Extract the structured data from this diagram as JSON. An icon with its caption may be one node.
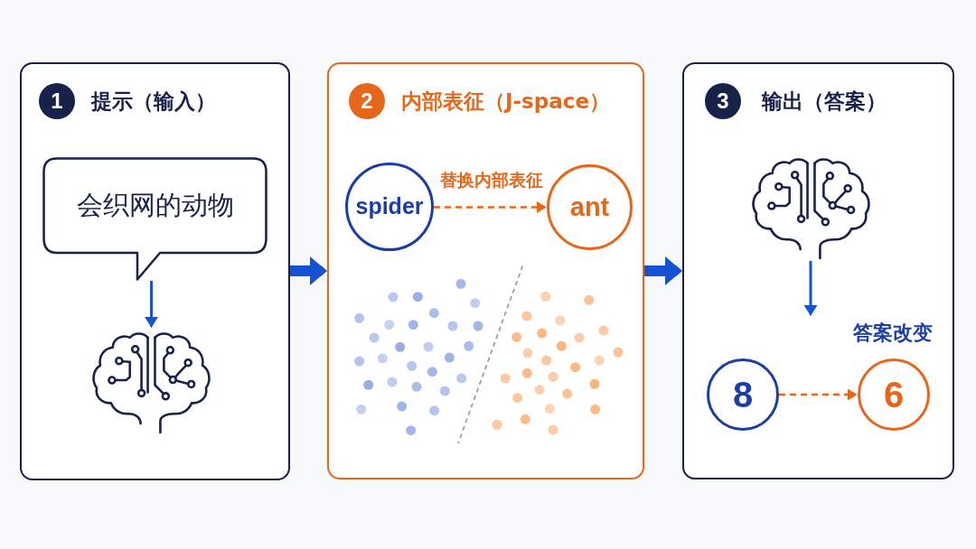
{
  "diagram": {
    "nodes": [
      {
        "text": [
          "提示（输入）"
        ]
      },
      {
        "text": [
          "1"
        ],
        "in": 0
      },
      {
        "text": [
          "会织网的动物"
        ],
        "in": 0
      },
      {
        "text": [],
        "shape": "picture",
        "in": 0
      },
      {
        "text": [
          "内部表征（J-space）"
        ]
      },
      {
        "text": [
          "2"
        ],
        "in": 4
      },
      {
        "text": [
          "spider"
        ],
        "in": 4
      },
      {
        "text": [
          "ant"
        ],
        "in": 4
      },
      {
        "text": [
          "输出（答案）"
        ]
      },
      {
        "text": [
          "3"
        ],
        "in": 8
      },
      {
        "text": [],
        "shape": "picture",
        "in": 8
      },
      {
        "text": [
          "8"
        ],
        "in": 8
      },
      {
        "text": [
          "6"
        ],
        "in": 8,
        "beside": [
          "答案改变"
        ]
      }
    ],
    "edges": [
      {
        "from": 2,
        "to": 3,
        "arrow": "to"
      },
      {
        "from": 0,
        "to": 4,
        "arrow": "to",
        "style": "thick"
      },
      {
        "from": 6,
        "to": 7,
        "arrow": "to",
        "label": "替换内部表征",
        "style": "dashed",
        "color": "#e8661a"
      },
      {
        "from": 4,
        "to": 8,
        "arrow": "to",
        "style": "thick"
      },
      {
        "from": 10,
        "to": null,
        "arrow": "to"
      },
      {
        "from": 11,
        "to": 12,
        "arrow": "to",
        "style": "dashed",
        "color": "#e8661a"
      }
    ]
  }
}
